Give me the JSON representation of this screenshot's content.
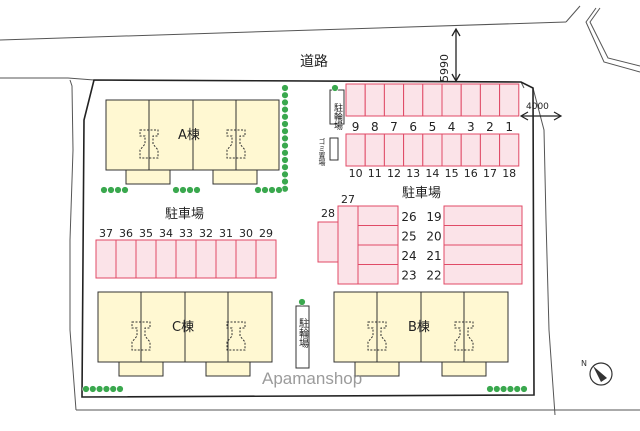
{
  "road": {
    "label": "道路",
    "width_label": "5990"
  },
  "offset_label": "4000",
  "buildings": [
    {
      "id": "A",
      "label": "A棟"
    },
    {
      "id": "C",
      "label": "C棟"
    },
    {
      "id": "B",
      "label": "B棟"
    }
  ],
  "parking_labels": {
    "upper": "駐車場",
    "left": "駐車場"
  },
  "bike_parking": {
    "top": "駐輪場",
    "middle": "駐輪場"
  },
  "garbage_label": "ゴミ置場",
  "spaces": {
    "top_row_1": [
      "9",
      "8",
      "7",
      "6",
      "5",
      "4",
      "3",
      "2",
      "1"
    ],
    "top_row_2": [
      "10",
      "11",
      "12",
      "13",
      "14",
      "15",
      "16",
      "17",
      "18"
    ],
    "left_row": [
      "37",
      "36",
      "35",
      "34",
      "33",
      "32",
      "31",
      "30",
      "29"
    ],
    "corner": [
      "28",
      "27"
    ],
    "middle_col": [
      "26",
      "25",
      "24",
      "23"
    ],
    "right_col": [
      "19",
      "20",
      "21",
      "22"
    ]
  },
  "watermark": "Apamanshop",
  "colors": {
    "parking_fill": "#fbe3e8",
    "parking_stroke": "#e04a66",
    "building_fill": "#fff8d2",
    "tree": "#3aa84e",
    "ink": "#333333"
  }
}
